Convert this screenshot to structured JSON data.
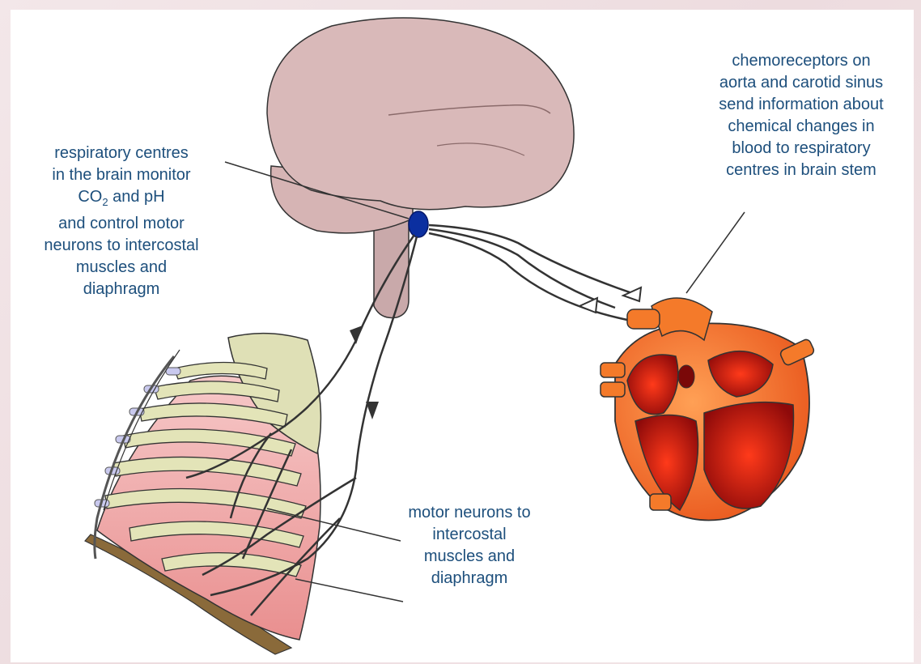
{
  "labels": {
    "respiratory_centres": {
      "line1": "respiratory  centres",
      "line2": "in the brain monitor",
      "line3_prefix": "CO",
      "line3_sub": "2",
      "line3_suffix": " and pH",
      "line4": "and control motor",
      "line5": "neurons to intercostal",
      "line6": "muscles and",
      "line7": "diaphragm"
    },
    "chemoreceptors": {
      "line1": "chemoreceptors on",
      "line2": "aorta and carotid sinus",
      "line3": "send information about",
      "line4": "chemical changes in",
      "line5": "blood to  respiratory",
      "line6": "centres in brain stem"
    },
    "motor_neurons": {
      "line1": "motor neurons to",
      "line2": "intercostal",
      "line3": "muscles and",
      "line4": "diaphragm"
    }
  },
  "colors": {
    "label_text": "#1d4f7c",
    "brain": "#d9b9b9",
    "brain_stem": "#c9a9aa",
    "respiratory_centre": "#0b2fa0",
    "heart_outer": "#f47a2a",
    "heart_inner": "#c01010",
    "ribs": "#e3e4b8",
    "lung": "#f2a9a9",
    "nerve": "#333333"
  }
}
